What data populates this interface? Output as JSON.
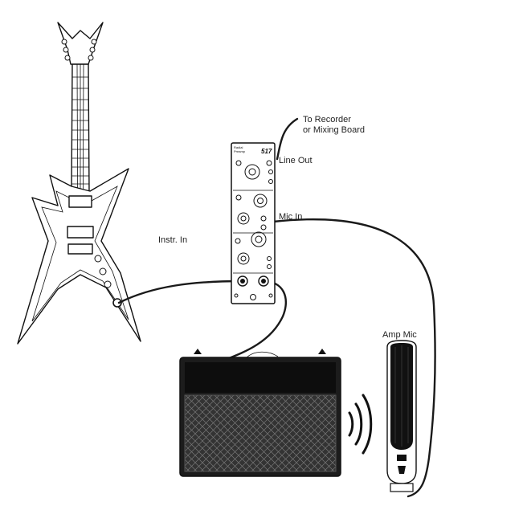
{
  "labels": {
    "destination_line1": "To Recorder",
    "destination_line2": "or Mixing Board",
    "line_out": "Line Out",
    "mic_in": "Mic In",
    "instr_in": "Instr. In",
    "amp_mic": "Amp Mic"
  },
  "preamp": {
    "model": "517",
    "brand_line1": "Radial",
    "brand_line2": "Preamp"
  },
  "colors": {
    "ink": "#111111",
    "cable": "#1a1a1a",
    "background": "#ffffff",
    "amp_body": "#1c1c1c",
    "amp_grille": "#3a3a3a",
    "mic_body": "#111111"
  },
  "icons": [
    "guitar-icon",
    "preamp-module-icon",
    "amplifier-icon",
    "microphone-icon",
    "sound-waves-icon"
  ]
}
